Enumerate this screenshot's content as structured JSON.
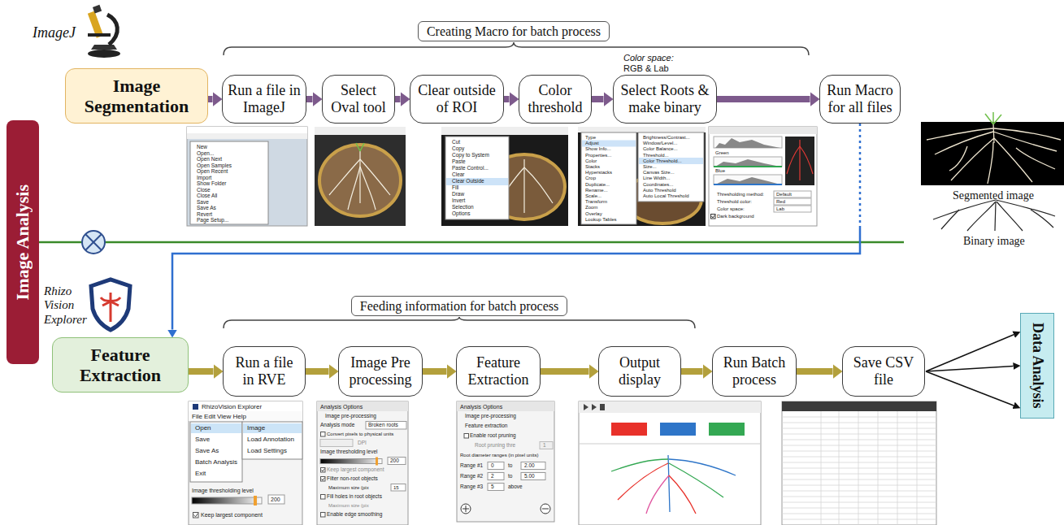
{
  "diagram": {
    "nodes": [
      {
        "text": [
          "Creating Macro for batch process"
        ]
      },
      {
        "text": [
          "Image Segmentation"
        ]
      },
      {
        "text": [
          "Run a file in ImageJ"
        ]
      },
      {
        "text": [
          "Select Oval tool"
        ]
      },
      {
        "text": [
          "Clear outside of ROI"
        ]
      },
      {
        "text": [
          "Color threshold"
        ]
      },
      {
        "text": [
          "Select Roots & make binary"
        ]
      },
      {
        "text": [
          "Run Macro for all files"
        ]
      },
      {
        "text": [
          "Image Analysis"
        ]
      },
      {
        "text": [
          "Feeding information for batch process"
        ]
      },
      {
        "text": [
          "Feature Extraction"
        ]
      },
      {
        "text": [
          "Run a file in RVE"
        ]
      },
      {
        "text": [
          "Image Pre processing"
        ]
      },
      {
        "text": [
          "Feature Extraction"
        ]
      },
      {
        "text": [
          "Output display"
        ]
      },
      {
        "text": [
          "Run Batch process"
        ]
      },
      {
        "text": [
          "Save CSV file"
        ]
      },
      {
        "text": [
          "Data Analysis"
        ]
      }
    ],
    "edges": [
      {
        "from": 1,
        "to": 2,
        "arrow": "to"
      },
      {
        "from": 2,
        "to": 3,
        "arrow": "to"
      },
      {
        "from": 3,
        "to": 4,
        "arrow": "to"
      },
      {
        "from": 4,
        "to": 5,
        "arrow": "to"
      },
      {
        "from": 5,
        "to": 6,
        "arrow": "to"
      },
      {
        "from": 6,
        "to": 7,
        "arrow": "to"
      },
      {
        "from": 7,
        "to": 10,
        "arrow": "to"
      },
      {
        "from": 10,
        "to": 11,
        "arrow": "to"
      },
      {
        "from": 11,
        "to": 12,
        "arrow": "to"
      },
      {
        "from": 12,
        "to": 13,
        "arrow": "to"
      },
      {
        "from": 13,
        "to": 14,
        "arrow": "to"
      },
      {
        "from": 14,
        "to": 15,
        "arrow": "to"
      },
      {
        "from": 15,
        "to": 16,
        "arrow": "to"
      },
      {
        "from": 16,
        "to": 17,
        "arrow": "to"
      },
      {
        "from": 16,
        "to": 17,
        "arrow": "to"
      },
      {
        "from": 16,
        "to": 17,
        "arrow": "to"
      }
    ],
    "labels": [
      "ImageJ",
      "Color space:",
      "RGB & Lab",
      "Segmented image",
      "Binary image",
      "Rhizo Vision Explorer",
      "New",
      "Open...",
      "Open Next",
      "Open Samples",
      "Open Recent",
      "Import",
      "Show Folder",
      "Close",
      "Close All",
      "Save",
      "Save As",
      "Revert",
      "Page Setup...",
      "Cut",
      "Copy",
      "Copy to System",
      "Paste",
      "Paste Control...",
      "Clear",
      "Clear Outside",
      "Fill",
      "Draw",
      "Invert",
      "Selection",
      "Options",
      "Type",
      "Adjust",
      "Show Info...",
      "Properties...",
      "Color",
      "Stacks",
      "Hyperstacks",
      "Crop",
      "Duplicate...",
      "Rename...",
      "Scale...",
      "Transform",
      "Zoom",
      "Overlay",
      "Lookup Tables",
      "Brightness/Contrast...",
      "Window/Level...",
      "Color Balance...",
      "Threshold...",
      "Color Threshold...",
      "Size...",
      "Canvas Size...",
      "Line Width...",
      "Coordinates...",
      "Auto Threshold",
      "Auto Local Threshold",
      "Green",
      "Blue",
      "Thresholding method:",
      "Threshold color:",
      "Color space:",
      "Dark background",
      "Default",
      "Red",
      "Lab",
      "RhizoVision Explorer",
      "File Edit View Help",
      "Open",
      "Save",
      "Save As",
      "Batch Analysis",
      "Exit",
      "Image",
      "Load Annotation",
      "Load Settings",
      "Image thresholding level",
      "200",
      "Keep largest component",
      "Analysis Options",
      "Image pre-processing",
      "Analysis mode",
      "Broken roots",
      "Convert pixels to physical units",
      "DPI",
      "Image thresholding level",
      "200",
      "Keep largest component",
      "Filter non-root objects",
      "Maximum size (pix",
      "15",
      "Fill holes in root objects",
      "Maximum size (pix",
      "Enable edge smoothing",
      "Analysis Options",
      "Image pre-processing",
      "Feature extraction",
      "Enable root pruning",
      "Root pruning thre",
      "1",
      "Root diameter ranges (in pixel units)",
      "Range #1",
      "0",
      "to",
      "2.00",
      "Range #2",
      "2",
      "to",
      "5.00",
      "Range #3",
      "5",
      "above"
    ]
  }
}
